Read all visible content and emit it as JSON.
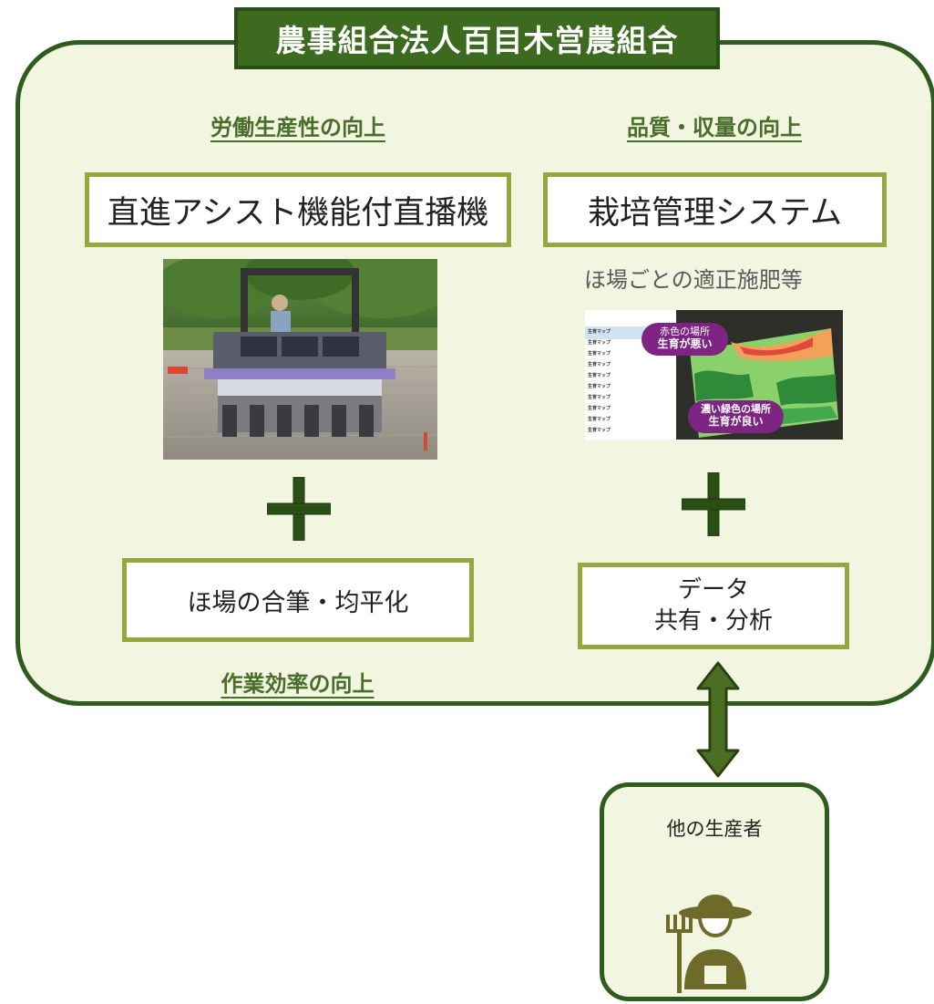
{
  "title": "農事組合法人百目木営農組合",
  "left": {
    "heading": "労働生産性の向上",
    "box_label": "直進アシスト機能付直播機",
    "lower_box_label": "ほ場の合筆・均平化",
    "footer_heading": "作業効率の向上"
  },
  "right": {
    "heading": "品質・収量の向上",
    "box_label": "栽培管理システム",
    "caption": "ほ場ごとの適正施肥等",
    "lower_box_line1": "データ",
    "lower_box_line2": "共有・分析"
  },
  "map": {
    "bubble_red_line1": "赤色の場所",
    "bubble_red_line2": "生育が悪い",
    "bubble_green_line1": "濃い緑色の場所",
    "bubble_green_line2": "生育が良い",
    "list_items": [
      "生育マップ",
      "生育マップ",
      "生育マップ",
      "生育マップ",
      "生育マップ",
      "生育マップ",
      "生育マップ",
      "生育マップ",
      "生育マップ",
      "生育マップ"
    ]
  },
  "producer": {
    "label": "他の生産者"
  },
  "colors": {
    "dark_green": "#2f5b1f",
    "banner_green": "#3c6a1f",
    "olive_border": "#98a640",
    "panel_bg": "#f2f5df",
    "bubble_purple": "#7e2584"
  }
}
